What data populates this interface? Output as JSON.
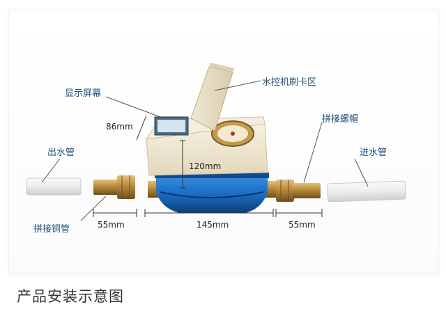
{
  "labels": {
    "display_screen": "显示屏幕",
    "card_area": "水控机刷卡区",
    "outlet_pipe": "出水管",
    "connector_cap": "拼接螺帽",
    "inlet_pipe": "进水管",
    "copper_connector": "拼接铜管"
  },
  "dimensions": {
    "height_86": "86mm",
    "height_120": "120mm",
    "left_55": "55mm",
    "body_145": "145mm",
    "right_55": "55mm"
  },
  "caption": "产品安装示意图",
  "colors": {
    "label": "#1f4e7a",
    "meter_blue": "#1a6ec4",
    "meter_cream": "#efe6cf",
    "brass": "#b88a3a"
  }
}
